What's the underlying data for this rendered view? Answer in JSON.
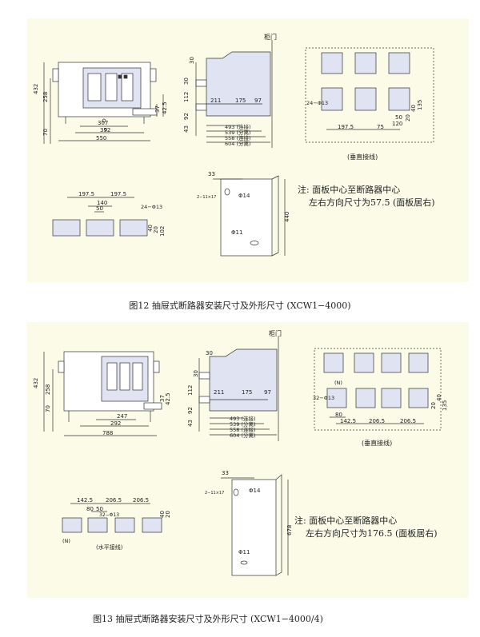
{
  "figure12": {
    "caption": "图12 抽屉式断路器安装尺寸及外形尺寸 (XCW1−4000)",
    "front": {
      "height_total": "432",
      "h258": "258",
      "h70": "70",
      "h37": "37",
      "h42_5": "42.5",
      "w307": "307",
      "w352": "352",
      "w550": "550"
    },
    "side": {
      "cabinet_door": "柜门",
      "d30a": "30",
      "d30b": "30",
      "d112": "112",
      "d92": "92",
      "d43": "43",
      "d211": "211",
      "d175": "175",
      "d97": "97",
      "l493": "493 (连接)",
      "l539": "539 (分离)",
      "l558": "558 (连接)",
      "l604": "604 (分离)"
    },
    "vertical_terminals": {
      "label": "(垂直接线)",
      "holes": "24−Φ13",
      "d197_5": "197.5",
      "d75": "75",
      "d50": "50",
      "d120": "120",
      "d20": "20",
      "d40": "40",
      "d135": "135"
    },
    "mounting": {
      "d33": "33",
      "d2_11x17": "2−11×17",
      "phi14": "Φ14",
      "phi11": "Φ11",
      "d440": "440"
    },
    "horizontal_terminals": {
      "d197_5a": "197.5",
      "d197_5b": "197.5",
      "d140": "140",
      "d50": "50",
      "holes": "24−Φ13",
      "d40": "40",
      "d20": "20",
      "d102": "102"
    },
    "note_line1": "注: 面板中心至断路器中心",
    "note_line2": "左右方向尺寸为57.5 (面板居右)"
  },
  "figure13": {
    "caption": "图13 抽屉式断路器安装尺寸及外形尺寸 (XCW1−4000/4)",
    "front": {
      "height_total": "432",
      "h258": "258",
      "h70": "70",
      "h37": "37",
      "h42_5": "42.5",
      "w247": "247",
      "w292": "292",
      "w788": "788"
    },
    "side": {
      "cabinet_door": "柜门",
      "d30a": "30",
      "d30b": "30",
      "d112": "112",
      "d92": "92",
      "d43": "43",
      "d211": "211",
      "d175": "175",
      "d97": "97",
      "l493": "493 (连接)",
      "l539": "539 (分离)",
      "l558": "558 (连接)",
      "l604": "604 (分离)"
    },
    "vertical_terminals": {
      "label": "(垂直接线)",
      "n": "(N)",
      "holes": "32−Φ13",
      "d80": "80",
      "d142_5": "142.5",
      "d206_5a": "206.5",
      "d206_5b": "206.5",
      "d20": "20",
      "d40": "40",
      "d135": "135"
    },
    "mounting": {
      "d33": "33",
      "d2_11x17": "2−11×17",
      "phi14": "Φ14",
      "phi11": "Φ11",
      "d678": "678"
    },
    "horizontal_terminals": {
      "label": "(水平接线)",
      "n": "(N)",
      "d142_5": "142.5",
      "d206_5a": "206.5",
      "d206_5b": "206.5",
      "d80": "80",
      "d50": "50",
      "holes": "32−Φ13",
      "d40": "40",
      "d20": "20"
    },
    "note_line1": "注: 面板中心至断路器中心",
    "note_line2": "左右方向尺寸为176.5 (面板居右)"
  }
}
